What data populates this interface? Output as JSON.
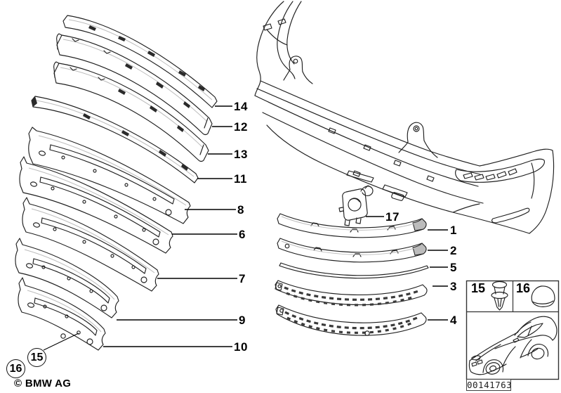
{
  "callouts": {
    "left_column": [
      "14",
      "12",
      "13",
      "11",
      "8",
      "6",
      "7",
      "9",
      "10"
    ],
    "right_column": [
      "17",
      "1",
      "2",
      "5",
      "3",
      "4"
    ],
    "circled": [
      "15",
      "16"
    ]
  },
  "legend_box": {
    "items": [
      {
        "label": "15",
        "icon": "expanding-rivet-icon"
      },
      {
        "label": "16",
        "icon": "cover-cap-icon"
      }
    ],
    "vehicle_icon": "car-silhouette-icon"
  },
  "footer": {
    "copyright": "© BMW AG",
    "drawing_number": "00141763"
  },
  "colors": {
    "line": "#1f1f1f",
    "background": "#ffffff",
    "shaded_end_cap": "#bcbcbc"
  }
}
